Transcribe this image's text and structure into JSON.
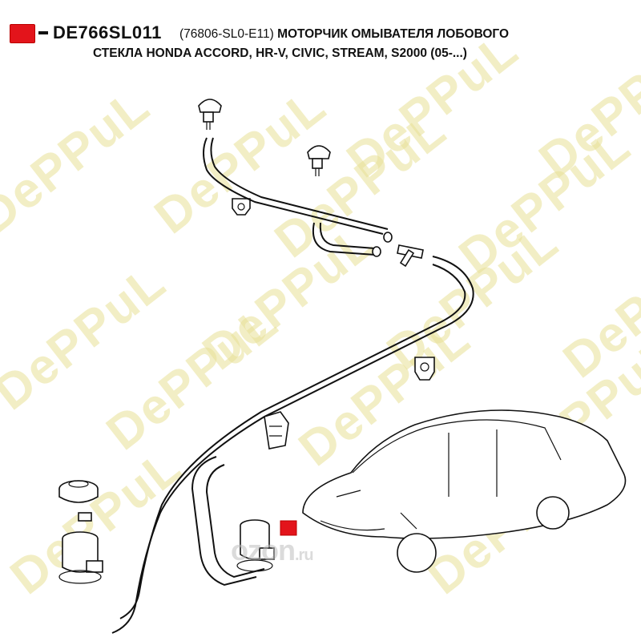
{
  "header": {
    "part_code": "DE766SL011",
    "oem_number": "(76806-SL0-E11)",
    "description_line1": "МОТОРЧИК ОМЫВАТЕЛЯ ЛОБОВОГО",
    "description_line2": "СТЕКЛА HONDA ACCORD, HR-V, CIVIC, STREAM, S2000 (05-...)"
  },
  "watermark": {
    "text": "DePPuL"
  },
  "logo": {
    "text": "ozon",
    "tld": ".ru"
  },
  "colors": {
    "marker": "#e3141b",
    "watermark": "#e8e096",
    "line": "#111111"
  }
}
